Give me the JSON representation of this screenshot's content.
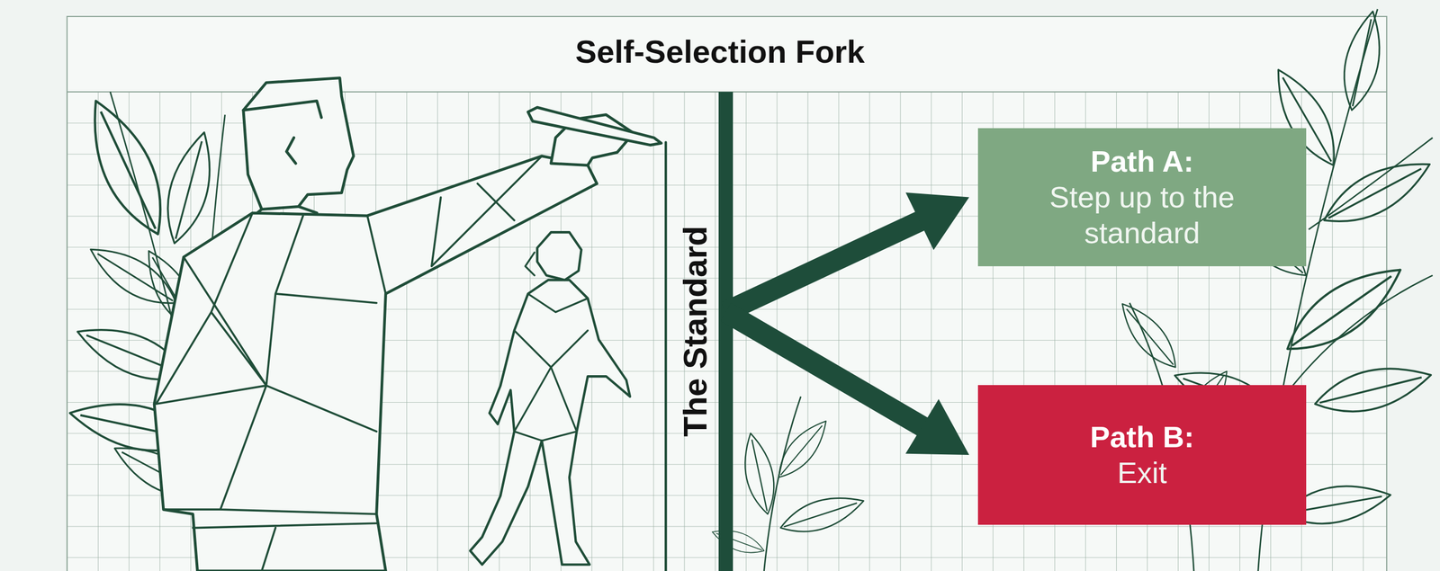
{
  "diagram": {
    "title": "Self-Selection Fork",
    "nodes": [
      {
        "text": [
          "The Standard"
        ]
      },
      {
        "text": [
          "Path A:",
          "Step up to the standard"
        ]
      },
      {
        "text": [
          "Path B:",
          "Exit"
        ]
      }
    ],
    "edges": [
      {
        "from": 0,
        "to": 1,
        "arrow": "to"
      },
      {
        "from": 0,
        "to": 2,
        "arrow": "to"
      }
    ]
  }
}
